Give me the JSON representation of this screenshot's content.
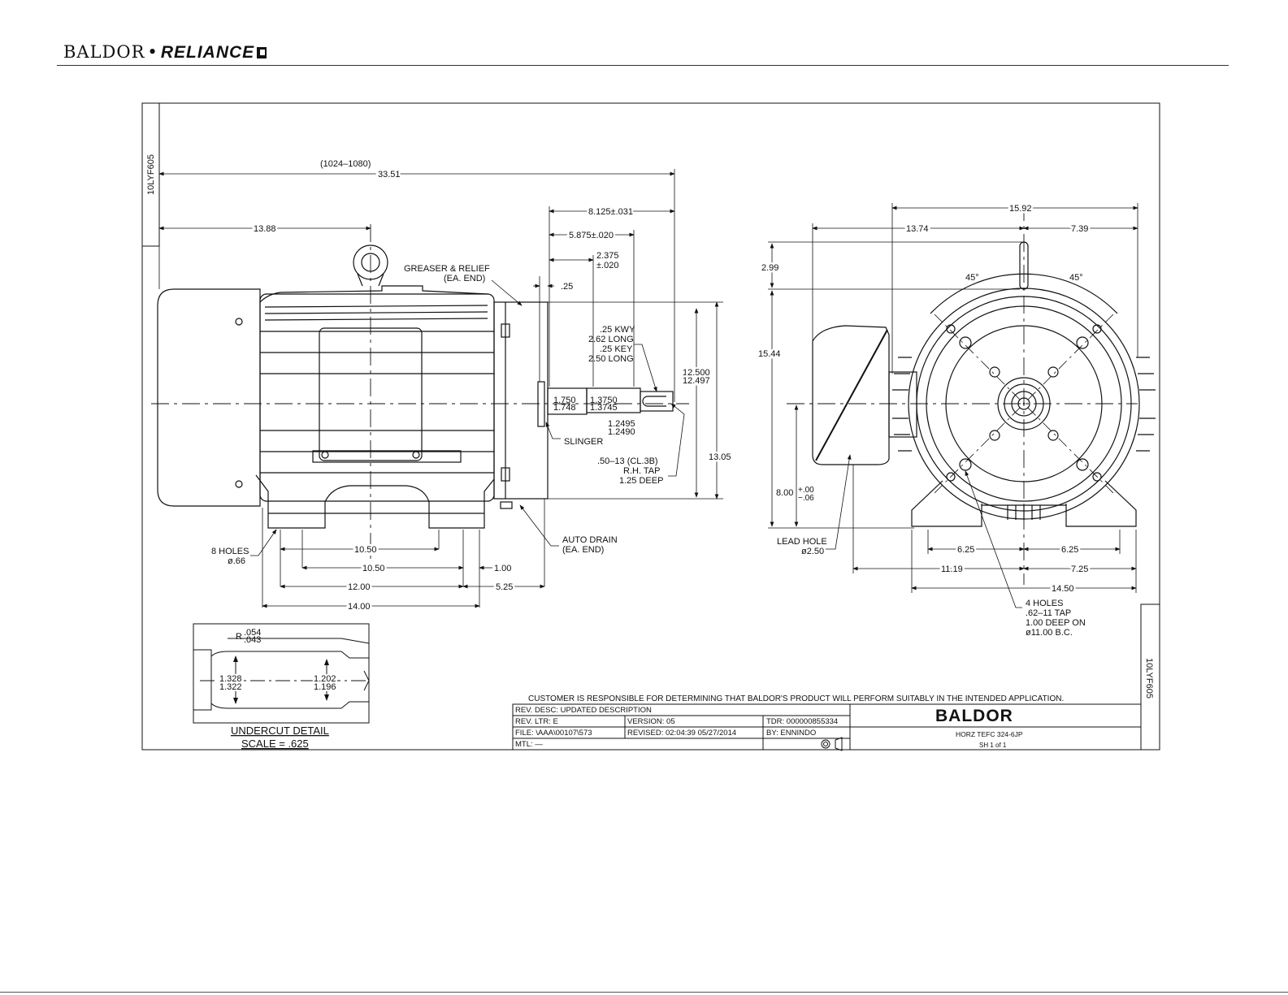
{
  "header": {
    "brand_left": "BALDOR",
    "brand_sep": "•",
    "brand_right": "RELIANCE"
  },
  "side_labels": {
    "top_left": "10LYF605",
    "bottom_right": "10LYF605"
  },
  "notice": "CUSTOMER IS RESPONSIBLE FOR DETERMINING THAT BALDOR'S PRODUCT WILL PERFORM SUITABLY IN THE INTENDED APPLICATION.",
  "title_block": {
    "rev_desc": "REV. DESC:  UPDATED DESCRIPTION",
    "rev_ltr": "REV. LTR:  E",
    "version": "VERSION: 05",
    "tdr": "TDR: 000000855334",
    "file": "FILE: \\AAA\\00107\\573",
    "revised": "REVISED: 02:04:39  05/27/2014",
    "by": "BY:  ENNINDO",
    "mtl": "MTL: —",
    "logo": "BALDOR",
    "title": "HORZ  TEFC  324-6JP",
    "sheet": "SH  1  of  1"
  },
  "side_view": {
    "overall": "33.51",
    "overall_mm": "(1024–1080)",
    "eyebolt_offset": "13.88",
    "shaft_8125": "8.125±.031",
    "shaft_5875": "5.875±.020",
    "shaft_2375_a": "2.375",
    "shaft_2375_b": "±.020",
    "gap_25": ".25",
    "greaser_1": "GREASER & RELIEF",
    "greaser_2": "(EA. END)",
    "kwy_1": ".25 KWY",
    "kwy_2": "2.62 LONG",
    "kwy_3": ".25 KEY",
    "kwy_4": "2.50 LONG",
    "d1750": "1.750",
    "d1748": "1.748",
    "d13750": "1.3750",
    "d13745": "1.3745",
    "d12495": "1.2495",
    "d12490": "1.2490",
    "slinger": "SLINGER",
    "tap_1": ".50–13 (CL.3B)",
    "tap_2": "R.H. TAP",
    "tap_3": "1.25 DEEP",
    "flange_a": "12.500",
    "flange_b": "12.497",
    "height": "13.05",
    "holes_1": "8 HOLES",
    "holes_2": "ø.66",
    "dim_1050_a": "10.50",
    "dim_1050_b": "10.50",
    "dim_100": "1.00",
    "dim_1200": "12.00",
    "dim_525": "5.25",
    "dim_1400": "14.00",
    "drain_1": "AUTO DRAIN",
    "drain_2": "(EA. END)"
  },
  "end_view": {
    "w1592": "15.92",
    "w1374": "13.74",
    "w739": "7.39",
    "h299": "2.99",
    "h1544": "15.44",
    "ang_l": "45°",
    "ang_r": "45°",
    "shaft_h": "8.00",
    "tol_p": "+.00",
    "tol_m": "−.06",
    "lead_1": "LEAD HOLE",
    "lead_2": "ø2.50",
    "d625_l": "6.25",
    "d625_r": "6.25",
    "d1119": "11.19",
    "d725": "7.25",
    "d1450": "14.50",
    "tap_1": "4 HOLES",
    "tap_2": ".62–11 TAP",
    "tap_3": "1.00 DEEP ON",
    "tap_4": "ø11.00 B.C."
  },
  "undercut": {
    "r_a": ".054",
    "r_b": ".043",
    "r_prefix": "R",
    "d1328": "1.328",
    "d1322": "1.322",
    "d1202": "1.202",
    "d1196": "1.196",
    "title": "UNDERCUT DETAIL",
    "scale": "SCALE = .625"
  }
}
